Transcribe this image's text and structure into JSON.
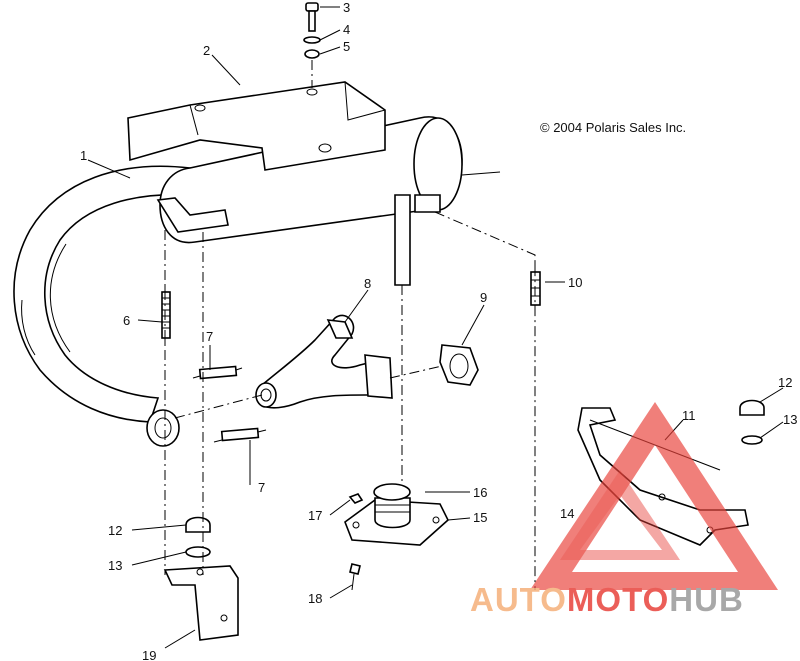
{
  "copyright": "© 2004 Polaris Sales Inc.",
  "callouts": {
    "c1": "1",
    "c2": "2",
    "c3": "3",
    "c4": "4",
    "c5": "5",
    "c6": "6",
    "c7a": "7",
    "c7b": "7",
    "c8": "8",
    "c9": "9",
    "c10": "10",
    "c11": "11",
    "c12a": "12",
    "c12b": "12",
    "c13a": "13",
    "c13b": "13",
    "c14": "14",
    "c15": "15",
    "c16": "16",
    "c17": "17",
    "c18": "18",
    "c19": "19"
  },
  "watermark": {
    "part1": "AUTO",
    "part2": "MOTO",
    "part3": "HUB",
    "color_orange": "#f5b07a",
    "color_red": "#e8433c",
    "color_gray": "#9a9a9a"
  }
}
